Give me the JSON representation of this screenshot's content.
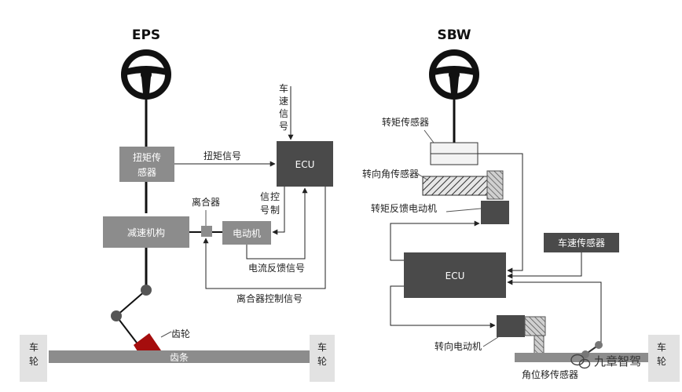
{
  "eps": {
    "title": "EPS",
    "torque_sensor": [
      "扭矩传",
      "感器"
    ],
    "reduction_gear": "减速机构",
    "clutch": "离合器",
    "motor": "电动机",
    "ecu": "ECU",
    "torque_signal": "扭矩信号",
    "speed_signal": [
      "车",
      "速",
      "信",
      "号"
    ],
    "control_signal_a": [
      "信",
      "号"
    ],
    "control_signal_b": [
      "控",
      "制"
    ],
    "current_feedback": "电流反馈信号",
    "clutch_control": "离合器控制信号",
    "gear": "齿轮",
    "rack": "齿条",
    "wheel": [
      "车",
      "轮"
    ]
  },
  "sbw": {
    "title": "SBW",
    "torque_sensor": "转矩传感器",
    "angle_sensor": "转向角传感器",
    "feedback_motor": "转矩反馈电动机",
    "speed_sensor": "车速传感器",
    "ecu": "ECU",
    "steering_motor": "转向电动机",
    "displacement_sensor": "角位移传感器",
    "wheel": [
      "车",
      "轮"
    ]
  },
  "watermark": "九章智驾"
}
